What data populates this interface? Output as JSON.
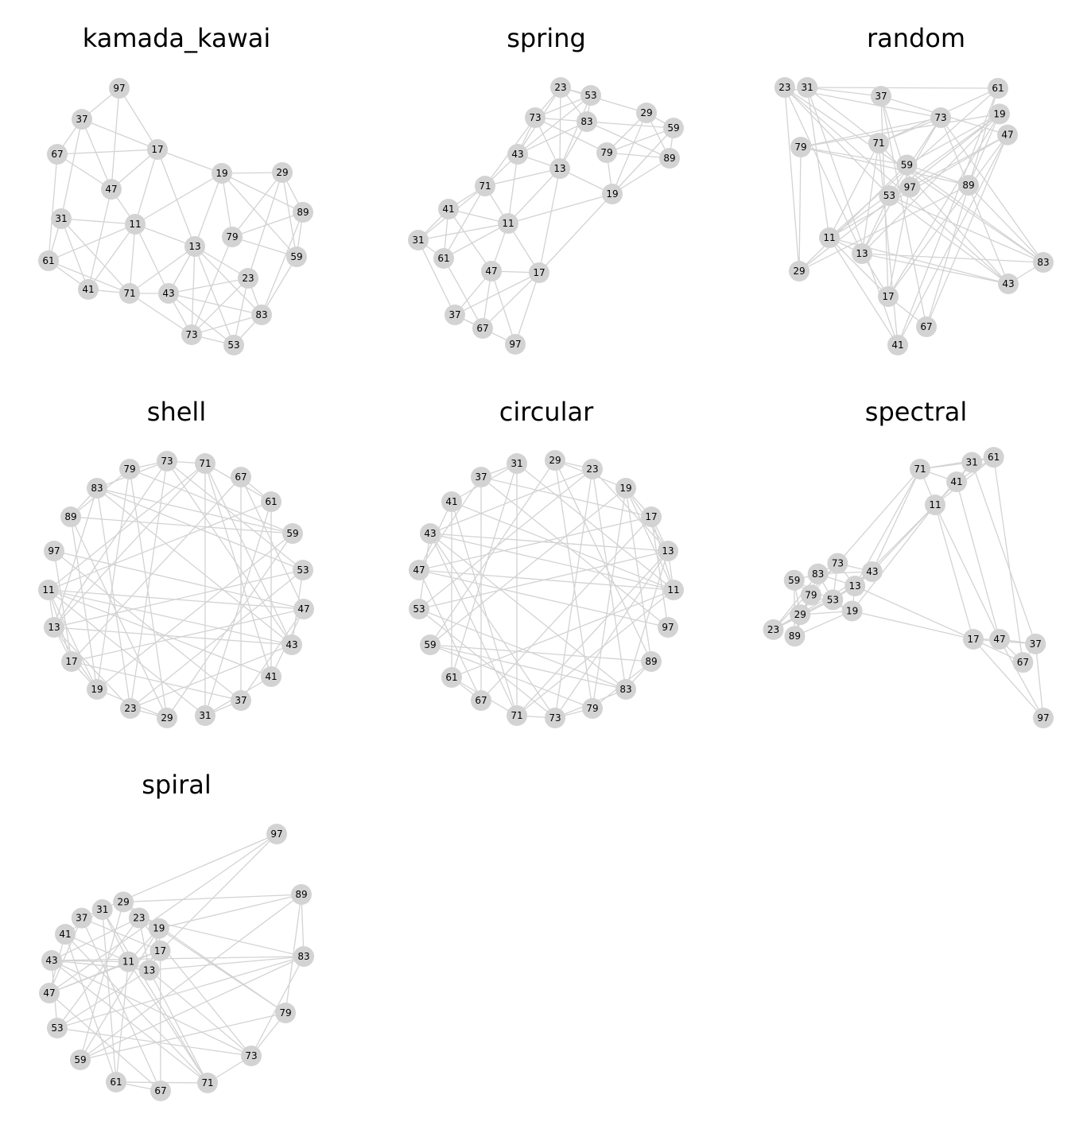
{
  "graph": {
    "nodes": [
      "11",
      "13",
      "17",
      "19",
      "23",
      "29",
      "31",
      "37",
      "41",
      "43",
      "47",
      "53",
      "59",
      "61",
      "67",
      "71",
      "73",
      "79",
      "83",
      "89",
      "97"
    ],
    "edges": [
      [
        "97",
        "37"
      ],
      [
        "97",
        "47"
      ],
      [
        "97",
        "17"
      ],
      [
        "37",
        "67"
      ],
      [
        "37",
        "17"
      ],
      [
        "37",
        "47"
      ],
      [
        "37",
        "31"
      ],
      [
        "67",
        "17"
      ],
      [
        "67",
        "47"
      ],
      [
        "67",
        "61"
      ],
      [
        "17",
        "47"
      ],
      [
        "17",
        "11"
      ],
      [
        "17",
        "19"
      ],
      [
        "17",
        "13"
      ],
      [
        "19",
        "29"
      ],
      [
        "19",
        "11"
      ],
      [
        "19",
        "13"
      ],
      [
        "19",
        "79"
      ],
      [
        "19",
        "89"
      ],
      [
        "19",
        "59"
      ],
      [
        "29",
        "79"
      ],
      [
        "29",
        "23"
      ],
      [
        "29",
        "89"
      ],
      [
        "29",
        "59"
      ],
      [
        "89",
        "79"
      ],
      [
        "89",
        "59"
      ],
      [
        "89",
        "83"
      ],
      [
        "31",
        "11"
      ],
      [
        "31",
        "61"
      ],
      [
        "31",
        "41"
      ],
      [
        "31",
        "71"
      ],
      [
        "47",
        "11"
      ],
      [
        "47",
        "41"
      ],
      [
        "11",
        "61"
      ],
      [
        "11",
        "41"
      ],
      [
        "11",
        "71"
      ],
      [
        "11",
        "43"
      ],
      [
        "11",
        "13"
      ],
      [
        "13",
        "71"
      ],
      [
        "13",
        "43"
      ],
      [
        "13",
        "73"
      ],
      [
        "13",
        "53"
      ],
      [
        "13",
        "83"
      ],
      [
        "13",
        "23"
      ],
      [
        "79",
        "73"
      ],
      [
        "79",
        "59"
      ],
      [
        "61",
        "41"
      ],
      [
        "61",
        "71"
      ],
      [
        "41",
        "71"
      ],
      [
        "71",
        "43"
      ],
      [
        "71",
        "73"
      ],
      [
        "43",
        "23"
      ],
      [
        "43",
        "73"
      ],
      [
        "43",
        "53"
      ],
      [
        "43",
        "83"
      ],
      [
        "23",
        "73"
      ],
      [
        "23",
        "53"
      ],
      [
        "23",
        "83"
      ],
      [
        "83",
        "73"
      ],
      [
        "83",
        "53"
      ],
      [
        "59",
        "83"
      ],
      [
        "73",
        "53"
      ]
    ]
  },
  "panels": [
    {
      "id": "kamada_kawai",
      "title": "kamada_kawai"
    },
    {
      "id": "spring",
      "title": "spring"
    },
    {
      "id": "random",
      "title": "random"
    },
    {
      "id": "shell",
      "title": "shell"
    },
    {
      "id": "circular",
      "title": "circular"
    },
    {
      "id": "spectral",
      "title": "spectral"
    },
    {
      "id": "spiral",
      "title": "spiral"
    }
  ],
  "colors": {
    "node": "#d3d3d3",
    "edge": "#d3d3d3",
    "label": "#000000"
  }
}
